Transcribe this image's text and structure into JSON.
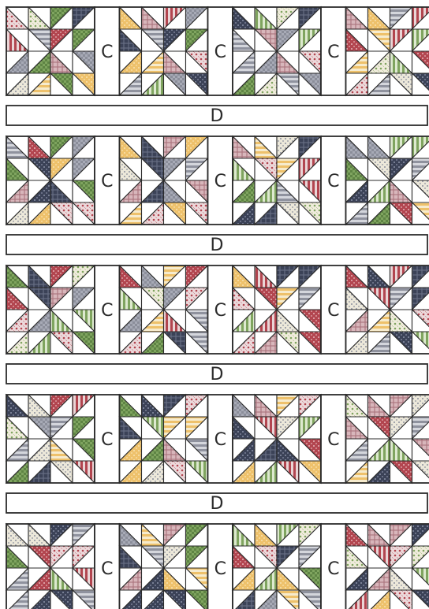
{
  "labels": {
    "sashing": "C",
    "strip": "D"
  },
  "layout_rows": [
    {
      "type": "blocks",
      "blocks": 4,
      "sashings": 3
    },
    {
      "type": "strip"
    },
    {
      "type": "blocks",
      "blocks": 4,
      "sashings": 3
    },
    {
      "type": "strip"
    },
    {
      "type": "blocks",
      "blocks": 4,
      "sashings": 3
    },
    {
      "type": "strip"
    },
    {
      "type": "blocks",
      "blocks": 4,
      "sashings": 3
    },
    {
      "type": "strip"
    },
    {
      "type": "blocks",
      "blocks": 4,
      "sashings": 3
    }
  ],
  "block_pattern": "pinwheel star (4 × 4 half-square triangles)",
  "palette": {
    "navy": "#3b4257",
    "red": "#b2454f",
    "green": "#7fa45f",
    "yellow": "#eec16b",
    "pink": "#d8b6bb",
    "gray": "#a7aab6",
    "cream": "#f0ecdc",
    "outline": "#2b2b2b",
    "background": "#ffffff"
  }
}
